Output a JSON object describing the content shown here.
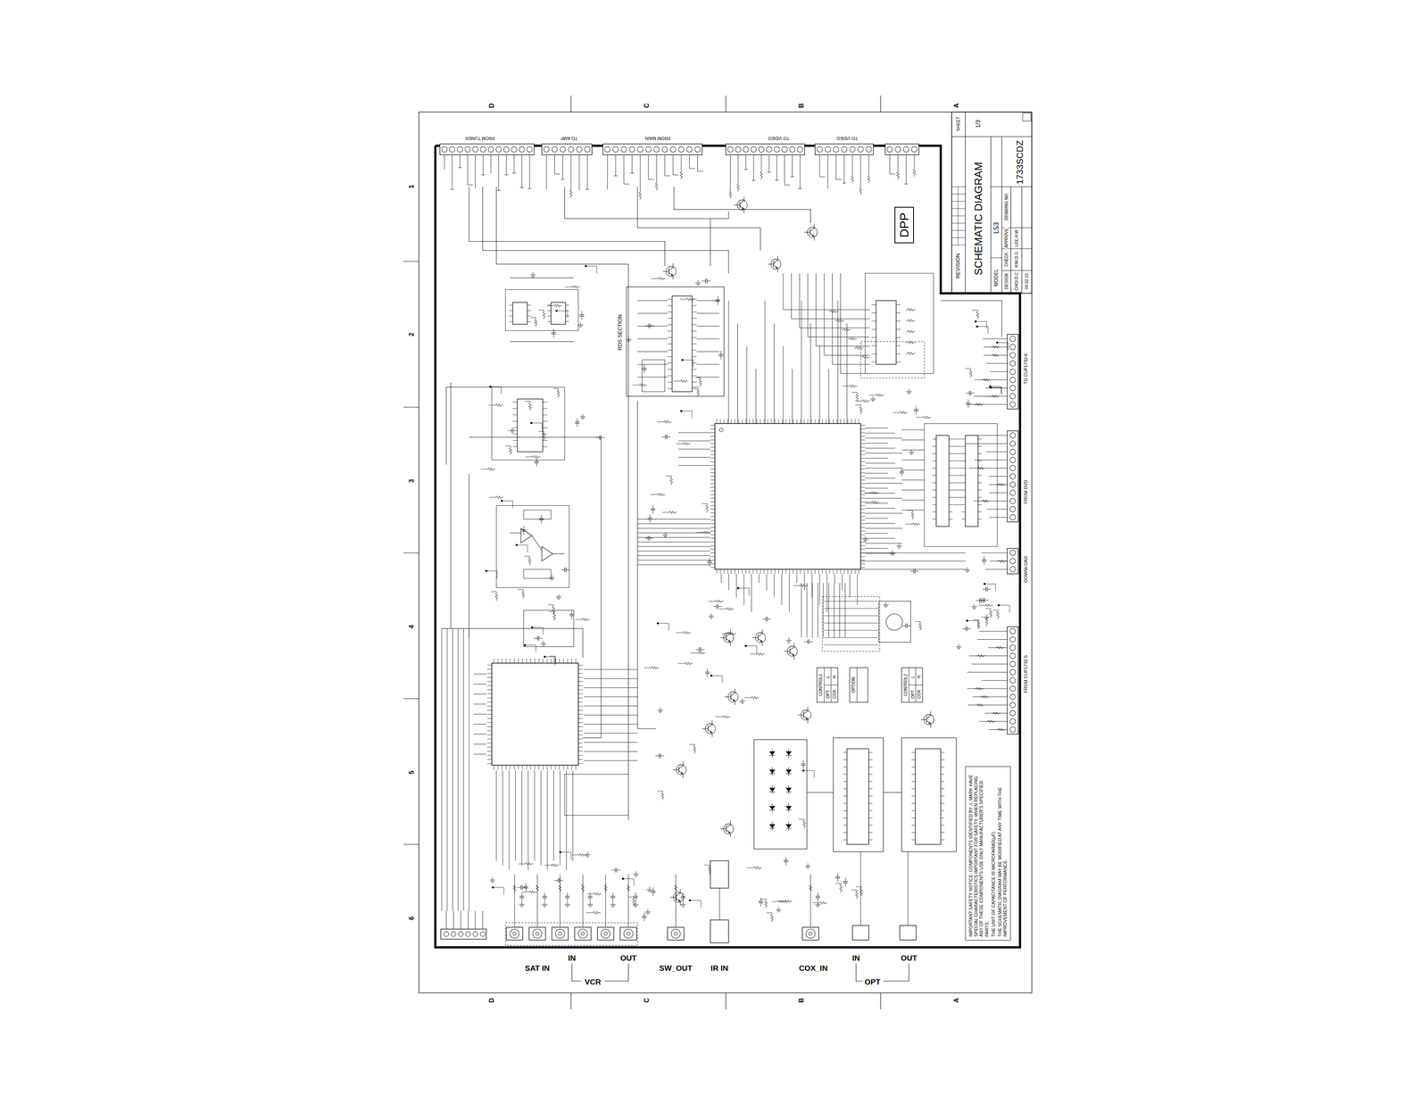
{
  "diagram": {
    "nodes": [
      {
        "text": [
          "DPP"
        ]
      },
      {
        "text": [
          "IMPORTANT SAFETY NOTICE: COMPONENTS IDENTIFIED BY ⚠ MARK HAVE SPECIAL CHARACTERISTICS IMPORTANT FOR SAFETY. WHEN REPLACING ANY OF THESE COMPONENTS USE ONLY MANUFACTURER'S SPECIFIED PARTS.",
          "THE UNIT OF CAPACITANCE IS MICROFARAD(μF).",
          "THE SCHEMATIC DIAGRAM MAY BE MODIFIED AT ANY TIME WITH THE IMPROVEMENT OF PERFORMANCE."
        ]
      }
    ],
    "labels": [
      "D",
      "C",
      "B",
      "A",
      "D",
      "C",
      "B",
      "A",
      "1",
      "2",
      "3",
      "4",
      "5",
      "6",
      "SAT IN",
      "IN",
      "VCR",
      "OUT",
      "SW_OUT",
      "IR IN",
      "COX_IN",
      "IN",
      "OPT",
      "OUT",
      "FROM TUNER",
      "TO AMP",
      "FROM MAIN",
      "TO VIDEO",
      "TO VIDEO",
      "TO CUP1732-6",
      "FROM DVD",
      "DOWNLOAD",
      "FROM CUP1732-5",
      "RDS SECTION",
      "CONTROL1",
      "OPT",
      "L",
      "COX",
      "H",
      "OPTION",
      "CONTROL2",
      "OPT",
      "L",
      "COX",
      "H",
      "REVISION",
      "SHEET",
      "1/3",
      "SCHEMATIC DIAGRAM",
      "MODEL",
      "L53",
      "DESIGN",
      "CHECK",
      "APPROVE",
      "DRAWING NO",
      "CHOI.D.C",
      "KIM.D.G",
      "LEE.H.W",
      "1733SCDZ",
      "04.02.10"
    ]
  }
}
